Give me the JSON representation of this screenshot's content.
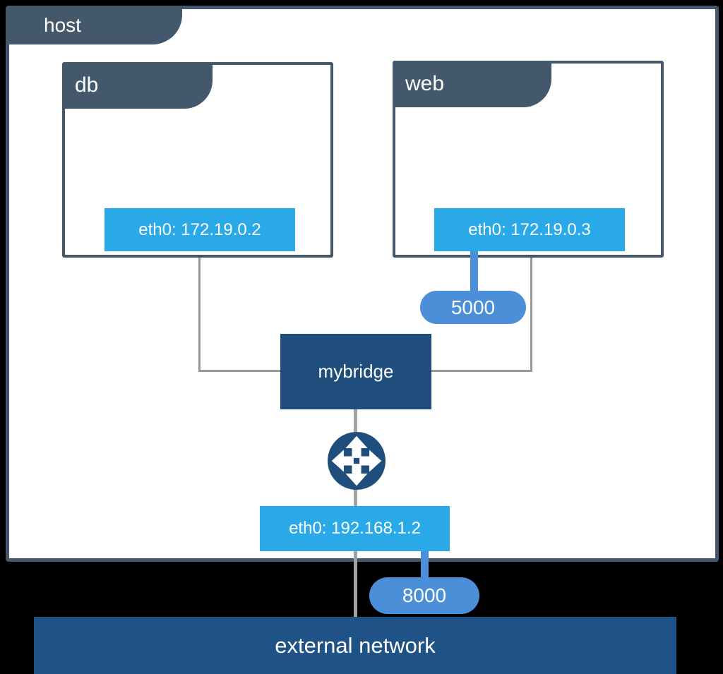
{
  "host": {
    "label": "host"
  },
  "containers": [
    {
      "name": "db",
      "interface": "eth0: 172.19.0.2"
    },
    {
      "name": "web",
      "interface": "eth0: 172.19.0.3"
    }
  ],
  "bridge": {
    "name": "mybridge"
  },
  "host_interface": {
    "label": "eth0: 192.168.1.2"
  },
  "ports": {
    "web": "5000",
    "external": "8000"
  },
  "external_network": {
    "label": "external network"
  },
  "icons": {
    "nat": "nat-router-icon"
  },
  "colors": {
    "frame_slate": "#44586c",
    "interface_blue": "#2aa9e9",
    "port_blue": "#4b8fd8",
    "bridge_navy": "#1f4e7c",
    "external_navy": "#1f5286",
    "connector_gray": "#999999",
    "background": "#000000",
    "text": "#ffffff"
  }
}
